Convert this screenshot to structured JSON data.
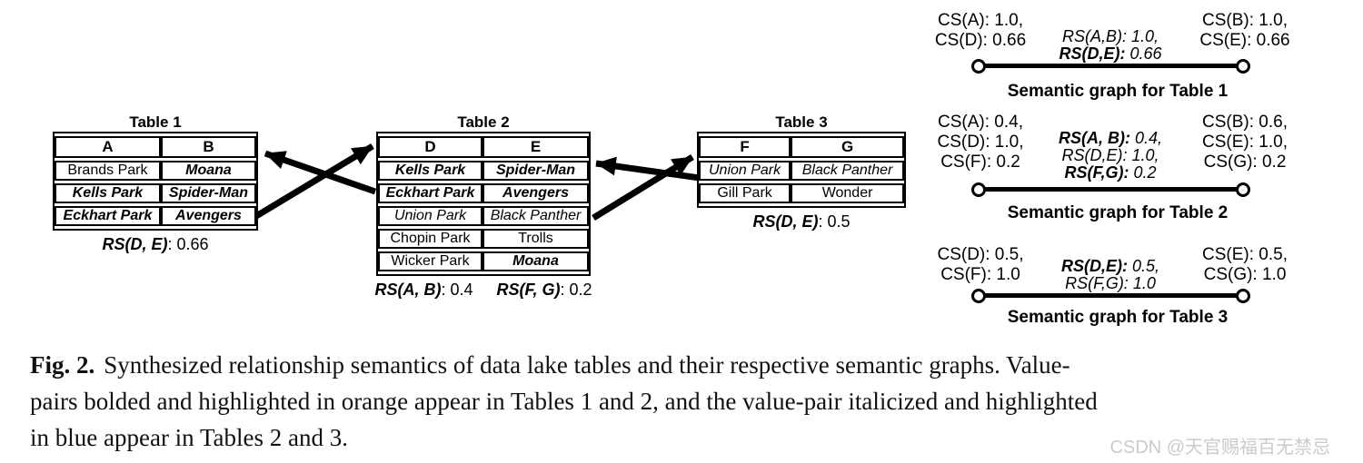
{
  "colors": {
    "orange": "#FDB713",
    "blue": "#56B4E9",
    "line_black": "#000000",
    "watermark_gray": "#cbcbcb"
  },
  "tables": [
    {
      "title": "Table 1",
      "headers": [
        "A",
        "B"
      ],
      "rows": [
        [
          {
            "text": "Brands Park",
            "style": "plain"
          },
          {
            "text": "Moana",
            "style": "orange"
          }
        ],
        [
          {
            "text": "Kells Park",
            "style": "orange"
          },
          {
            "text": "Spider-Man",
            "style": "orange"
          }
        ],
        [
          {
            "text": "Eckhart Park",
            "style": "orange"
          },
          {
            "text": "Avengers",
            "style": "orange"
          }
        ]
      ],
      "rs_labels": [
        {
          "name": "RS(D, E)",
          "value": ": 0.66"
        }
      ]
    },
    {
      "title": "Table 2",
      "headers": [
        "D",
        "E"
      ],
      "rows": [
        [
          {
            "text": "Kells Park",
            "style": "orange"
          },
          {
            "text": "Spider-Man",
            "style": "orange"
          }
        ],
        [
          {
            "text": "Eckhart Park",
            "style": "orange"
          },
          {
            "text": "Avengers",
            "style": "orange"
          }
        ],
        [
          {
            "text": "Union Park",
            "style": "blue"
          },
          {
            "text": "Black Panther",
            "style": "blue"
          }
        ],
        [
          {
            "text": "Chopin Park",
            "style": "plain"
          },
          {
            "text": "Trolls",
            "style": "plain"
          }
        ],
        [
          {
            "text": "Wicker Park",
            "style": "plain"
          },
          {
            "text": "Moana",
            "style": "orange"
          }
        ]
      ],
      "rs_labels": [
        {
          "name": "RS(A, B)",
          "value": ": 0.4"
        },
        {
          "name": "RS(F, G)",
          "value": ": 0.2"
        }
      ]
    },
    {
      "title": "Table 3",
      "headers": [
        "F",
        "G"
      ],
      "rows": [
        [
          {
            "text": "Union Park",
            "style": "blue"
          },
          {
            "text": "Black Panther",
            "style": "blue"
          }
        ],
        [
          {
            "text": "Gill Park",
            "style": "plain"
          },
          {
            "text": "Wonder",
            "style": "plain"
          }
        ]
      ],
      "rs_labels": [
        {
          "name": "RS(D, E)",
          "value": ": 0.5"
        }
      ]
    }
  ],
  "graphs": [
    {
      "left_labels": [
        "CS(A): 1.0,",
        "CS(D): 0.66"
      ],
      "right_labels": [
        "CS(B): 1.0,",
        "CS(E): 0.66"
      ],
      "edge_labels": [
        {
          "name": "RS(A,B):",
          "value": " 1.0,",
          "bold": false
        },
        {
          "name": "RS(D,E):",
          "value": " 0.66",
          "bold": true
        }
      ],
      "caption": "Semantic graph for Table 1"
    },
    {
      "left_labels": [
        "CS(A): 0.4,",
        "CS(D): 1.0,",
        "CS(F): 0.2"
      ],
      "right_labels": [
        "CS(B): 0.6,",
        "CS(E): 1.0,",
        "CS(G): 0.2"
      ],
      "edge_labels": [
        {
          "name": "RS(A, B):",
          "value": " 0.4,",
          "bold": true
        },
        {
          "name": "RS(D,E):",
          "value": " 1.0,",
          "bold": false
        },
        {
          "name": "RS(F,G):",
          "value": " 0.2",
          "bold": true
        }
      ],
      "caption": "Semantic graph for Table 2"
    },
    {
      "left_labels": [
        "CS(D): 0.5,",
        "CS(F): 1.0"
      ],
      "right_labels": [
        "CS(E): 0.5,",
        "CS(G): 1.0"
      ],
      "edge_labels": [
        {
          "name": "RS(D,E):",
          "value": " 0.5,",
          "bold": true
        },
        {
          "name": "RS(F,G):",
          "value": " 1.0",
          "bold": false
        }
      ],
      "caption": "Semantic graph for Table 3"
    }
  ],
  "caption": {
    "prefix": "Fig. 2.",
    "lines": [
      "Synthesized relationship semantics of data lake tables and their respective semantic graphs. Value-",
      "pairs bolded and highlighted in orange appear in Tables 1 and 2, and the value-pair italicized and highlighted",
      "in blue appear in Tables 2 and 3."
    ]
  },
  "watermark": "CSDN @天官赐福百无禁忌"
}
